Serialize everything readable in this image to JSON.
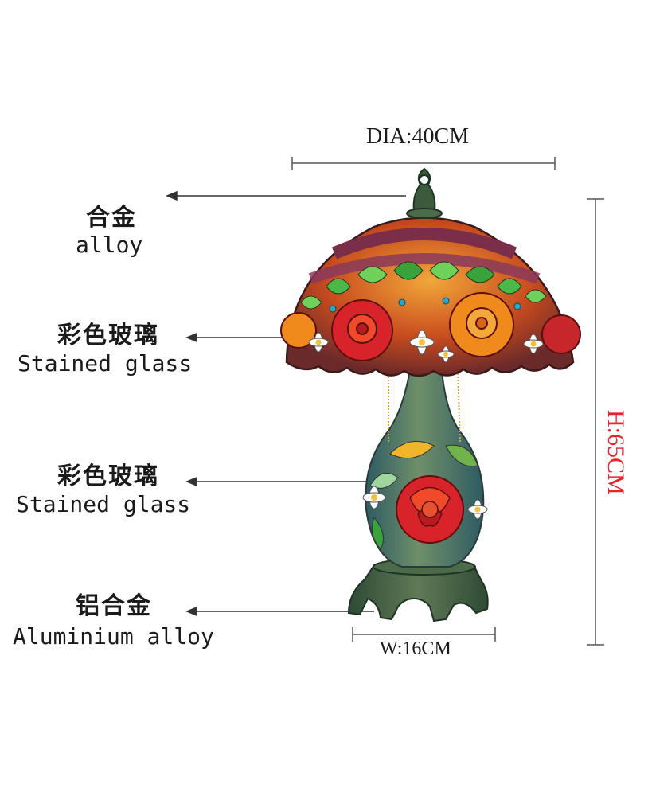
{
  "dimensions": {
    "diameter": "DIA:40CM",
    "height": "H:65CM",
    "width": "W:16CM"
  },
  "labels": [
    {
      "cn": "合金",
      "en": "alloy"
    },
    {
      "cn": "彩色玻璃",
      "en": "Stained glass"
    },
    {
      "cn": "彩色玻璃",
      "en": "Stained glass"
    },
    {
      "cn": "铝合金",
      "en": "Aluminium alloy"
    }
  ],
  "colors": {
    "height_label": "#e8242b",
    "rose_red": "#d8232a",
    "rose_orange": "#f08a1c",
    "leaf_green": "#3aa23a",
    "bronze": "#3c5a3c"
  }
}
